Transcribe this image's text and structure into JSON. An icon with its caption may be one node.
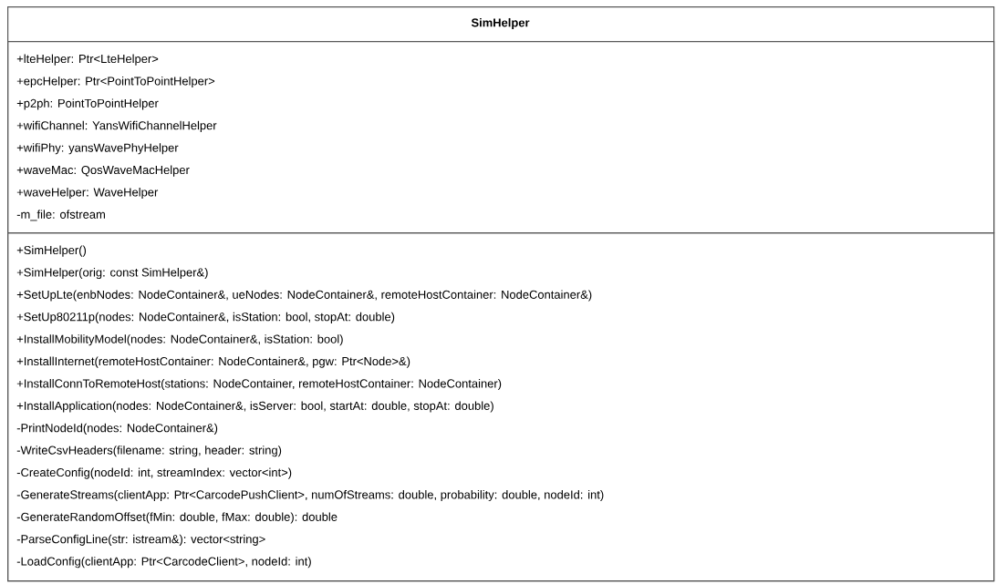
{
  "diagram": {
    "nodes": [
      {
        "text": [
          "SimHelper"
        ]
      },
      {
        "text": [
          "+lteHelper: Ptr<LteHelper>",
          "+epcHelper: Ptr<PointToPointHelper>",
          "+p2ph: PointToPointHelper",
          "+wifiChannel: YansWifiChannelHelper",
          "+wifiPhy: yansWavePhyHelper",
          "+waveMac: QosWaveMacHelper",
          "+waveHelper: WaveHelper",
          "-m_file: ofstream"
        ],
        "in": 0
      },
      {
        "text": [
          "+SimHelper()",
          "+SimHelper(orig: const SimHelper&)",
          "+SetUpLte(enbNodes: NodeContainer&, ueNodes: NodeContainer&, remoteHostContainer: NodeContainer&)",
          "+SetUp80211p(nodes: NodeContainer&, isStation: bool, stopAt: double)",
          "+InstallMobilityModel(nodes: NodeContainer&, isStation: bool)",
          "+InstallInternet(remoteHostContainer: NodeContainer&, pgw: Ptr<Node>&)",
          "+InstallConnToRemoteHost(stations: NodeContainer, remoteHostContainer: NodeContainer)",
          "+InstallApplication(nodes: NodeContainer&, isServer: bool, startAt: double, stopAt: double)",
          "-PrintNodeId(nodes: NodeContainer&)",
          "-WriteCsvHeaders(filename: string, header: string)",
          "-CreateConfig(nodeId: int, streamIndex: vector<int>)",
          "-GenerateStreams(clientApp: Ptr<CarcodePushClient>, numOfStreams: double, probability: double, nodeId: int)",
          "-GenerateRandomOffset(fMin: double, fMax: double): double",
          "-ParseConfigLine(str: istream&): vector<string>",
          "-LoadConfig(clientApp: Ptr<CarcodeClient>, nodeId: int)"
        ],
        "in": 0
      }
    ]
  }
}
